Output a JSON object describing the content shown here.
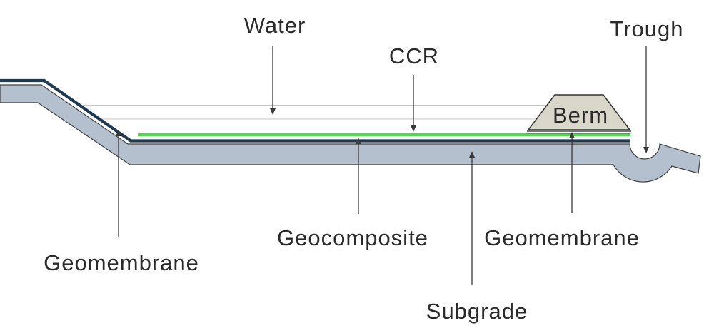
{
  "labels": {
    "water": "Water",
    "ccr": "CCR",
    "trough": "Trough",
    "berm": "Berm",
    "geomembrane_left": "Geomembrane",
    "geocomposite": "Geocomposite",
    "geomembrane_right": "Geomembrane",
    "subgrade": "Subgrade"
  },
  "colors": {
    "background": "#ffffff",
    "subgrade_fill": "#b5c0cf",
    "subgrade_outline": "#414141",
    "berm_fill": "#d9d7ca",
    "berm_outline": "#333333",
    "geomembrane_line": "#1f3a52",
    "geocomposite_line": "#58d355",
    "berm_base_liner": "#222222",
    "water_surface_line": "#8a8a8a",
    "ccr_surface_line": "#c9c9c9",
    "arrow": "#3a3a3a",
    "text": "#2a2a2a"
  }
}
